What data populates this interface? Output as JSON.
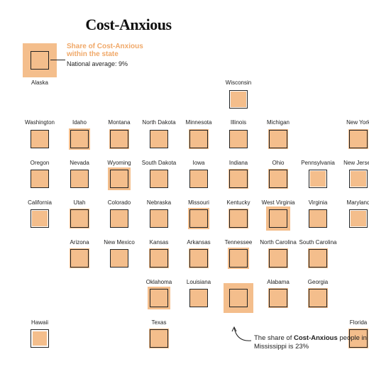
{
  "title": "Cost-Anxious",
  "legend": {
    "share_label": "Share of Cost-Anxious within the state",
    "national_label": "National average: 9%",
    "national_average_pct": 9
  },
  "annotation": {
    "prefix": "The share of ",
    "highlight": "Cost-Anxious",
    "middle": " people in Mississippi is ",
    "value": "23%",
    "state": "Mississippi"
  },
  "colors": {
    "fill": "#f4be8c",
    "frame": "#222222",
    "accent": "#f0a868"
  },
  "states": [
    {
      "name": "Alaska",
      "col": 1,
      "row": 0,
      "pct": 12
    },
    {
      "name": "Wisconsin",
      "col": 6,
      "row": 1,
      "pct": 7
    },
    {
      "name": "Washington",
      "col": 1,
      "row": 2,
      "pct": 8
    },
    {
      "name": "Idaho",
      "col": 2,
      "row": 2,
      "pct": 12
    },
    {
      "name": "Montana",
      "col": 3,
      "row": 2,
      "pct": 10
    },
    {
      "name": "North Dakota",
      "col": 4,
      "row": 2,
      "pct": 8
    },
    {
      "name": "Minnesota",
      "col": 5,
      "row": 2,
      "pct": 10
    },
    {
      "name": "Illinois",
      "col": 6,
      "row": 2,
      "pct": 9
    },
    {
      "name": "Michigan",
      "col": 7,
      "row": 2,
      "pct": 10
    },
    {
      "name": "New York",
      "col": 9,
      "row": 2,
      "pct": 10
    },
    {
      "name": "Oregon",
      "col": 1,
      "row": 3,
      "pct": 9.5
    },
    {
      "name": "Nevada",
      "col": 2,
      "row": 3,
      "pct": 9.5
    },
    {
      "name": "Wyoming",
      "col": 3,
      "row": 3,
      "pct": 13
    },
    {
      "name": "South Dakota",
      "col": 4,
      "row": 3,
      "pct": 8
    },
    {
      "name": "Iowa",
      "col": 5,
      "row": 3,
      "pct": 9.5
    },
    {
      "name": "Indiana",
      "col": 6,
      "row": 3,
      "pct": 10
    },
    {
      "name": "Ohio",
      "col": 7,
      "row": 3,
      "pct": 10
    },
    {
      "name": "Pennsylvania",
      "col": 8,
      "row": 3,
      "pct": 7
    },
    {
      "name": "New Jersey",
      "col": 9,
      "row": 3,
      "pct": 6
    },
    {
      "name": "California",
      "col": 1,
      "row": 4,
      "pct": 7
    },
    {
      "name": "Utah",
      "col": 2,
      "row": 4,
      "pct": 11
    },
    {
      "name": "Colorado",
      "col": 3,
      "row": 4,
      "pct": 9
    },
    {
      "name": "Nebraska",
      "col": 4,
      "row": 4,
      "pct": 8
    },
    {
      "name": "Missouri",
      "col": 5,
      "row": 4,
      "pct": 12
    },
    {
      "name": "Kentucky",
      "col": 6,
      "row": 4,
      "pct": 11
    },
    {
      "name": "West Virginia",
      "col": 7,
      "row": 4,
      "pct": 15
    },
    {
      "name": "Virginia",
      "col": 8,
      "row": 4,
      "pct": 8.5
    },
    {
      "name": "Maryland",
      "col": 9,
      "row": 4,
      "pct": 7
    },
    {
      "name": "Arizona",
      "col": 2,
      "row": 5,
      "pct": 11
    },
    {
      "name": "New Mexico",
      "col": 3,
      "row": 5,
      "pct": 9
    },
    {
      "name": "Kansas",
      "col": 4,
      "row": 5,
      "pct": 10
    },
    {
      "name": "Arkansas",
      "col": 5,
      "row": 5,
      "pct": 11
    },
    {
      "name": "Tennessee",
      "col": 6,
      "row": 5,
      "pct": 12
    },
    {
      "name": "North Carolina",
      "col": 7,
      "row": 5,
      "pct": 10
    },
    {
      "name": "South Carolina",
      "col": 8,
      "row": 5,
      "pct": 10.5
    },
    {
      "name": "Oklahoma",
      "col": 4,
      "row": 6,
      "pct": 13
    },
    {
      "name": "Louisiana",
      "col": 5,
      "row": 6,
      "pct": 8.5
    },
    {
      "name": "Mississippi",
      "col": 6,
      "row": 6,
      "pct": 23,
      "hide_label": true
    },
    {
      "name": "Alabama",
      "col": 7,
      "row": 6,
      "pct": 10
    },
    {
      "name": "Georgia",
      "col": 8,
      "row": 6,
      "pct": 11
    },
    {
      "name": "Hawaii",
      "col": 1,
      "row": 7,
      "pct": 5.5
    },
    {
      "name": "Texas",
      "col": 4,
      "row": 7,
      "pct": 11
    },
    {
      "name": "Florida",
      "col": 9,
      "row": 7,
      "pct": 10
    }
  ]
}
